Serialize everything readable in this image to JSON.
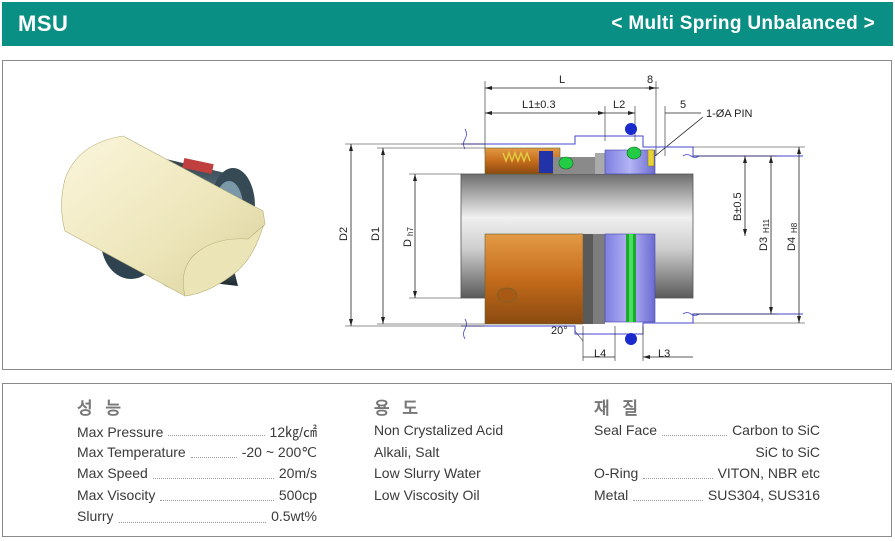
{
  "header": {
    "code": "MSU",
    "subtitle": "< Multi Spring Unbalanced >",
    "bg_color": "#0a8f84"
  },
  "drawing": {
    "labels": {
      "L": "L",
      "eight": "8",
      "L1": "L1±0.3",
      "L2": "L2",
      "five": "5",
      "pin": "1-ØA PIN",
      "D2": "D2",
      "D1": "D1",
      "D": "D",
      "D_tol": "h7",
      "B": "B±0.5",
      "D3": "D3",
      "D3_tol": "H11",
      "D4": "D4",
      "D4_tol": "H8",
      "angle": "20°",
      "L4": "L4",
      "L3": "L3"
    }
  },
  "specs": {
    "performance": {
      "heading": "성 능",
      "rows": [
        {
          "label": "Max Pressure",
          "value": "12㎏/㎠"
        },
        {
          "label": "Max Temperature",
          "value": "-20 ~ 200℃"
        },
        {
          "label": "Max Speed",
          "value": "20m/s"
        },
        {
          "label": "Max Visocity",
          "value": "500cp"
        },
        {
          "label": "Slurry",
          "value": "0.5wt%"
        }
      ]
    },
    "application": {
      "heading": "용 도",
      "items": [
        "Non Crystalized Acid",
        "Alkali, Salt",
        "Low Slurry Water",
        "Low Viscosity Oil"
      ]
    },
    "material": {
      "heading": "재 질",
      "rows": [
        {
          "label": "Seal Face",
          "value": "Carbon to SiC"
        },
        {
          "label": "",
          "value": "SiC to SiC"
        },
        {
          "label": "O-Ring",
          "value": "VITON, NBR etc"
        },
        {
          "label": "Metal",
          "value": "SUS304, SUS316"
        }
      ]
    }
  }
}
